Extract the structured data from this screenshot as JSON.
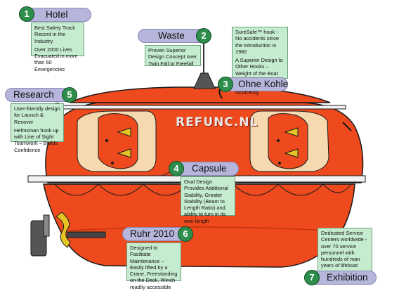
{
  "boat": {
    "logo": "REFUNC.NL"
  },
  "callouts": [
    {
      "id": "hotel",
      "number": "1",
      "title": "Hotel",
      "lines": [
        "Best Safety Track Record in the Industry",
        "Over 2000 Lives Evacuated in more than 60 Emergencies"
      ]
    },
    {
      "id": "waste",
      "number": "2",
      "title": "Waste",
      "lines": [
        "Proven Superior Design Concept over Twin Fall or Freefall"
      ]
    },
    {
      "id": "ohne-kohle",
      "number": "3",
      "title": "Ohne Kohle",
      "lines": [
        "SureSafe™ hook - No accidents since the introduction in 1982",
        "A Superior Design to Other Hooks – Weight of the Boat Holds the Hook Closed, even if used incorrectly"
      ]
    },
    {
      "id": "capsule",
      "number": "4",
      "title": "Capsule",
      "lines": [
        "Oval Design Provides Additional Stability, Greater Stability (Beam to Length Ratio) and ability to turn in its own length"
      ]
    },
    {
      "id": "research",
      "number": "5",
      "title": "Research",
      "lines": [
        "User-friendly design for Launch & Recover",
        "Helmsman hook up with Line of Sight Teamwork – Builds Confidence"
      ]
    },
    {
      "id": "ruhr-2010",
      "number": "6",
      "title": "Ruhr 2010",
      "lines": [
        "Designed to Facilitate Maintenance – Easily lifted by a Crane, Freestanding on the Deck, Winch readily accessible"
      ]
    },
    {
      "id": "exhibition",
      "number": "7",
      "title": "Exhibition",
      "lines": [
        "Dedicated Service Centers worldwide - over 70 service personnel with hundreds of man years of lifeboat experience"
      ]
    }
  ],
  "colors": {
    "hull": "#ee4a1e",
    "hull_dark": "#c23310",
    "outline": "#1a1a1a",
    "window_frame": "#f7d9b0",
    "pill": "#b6b6dc",
    "badge": "#2d8d4a",
    "note": "#c6ecd0"
  }
}
